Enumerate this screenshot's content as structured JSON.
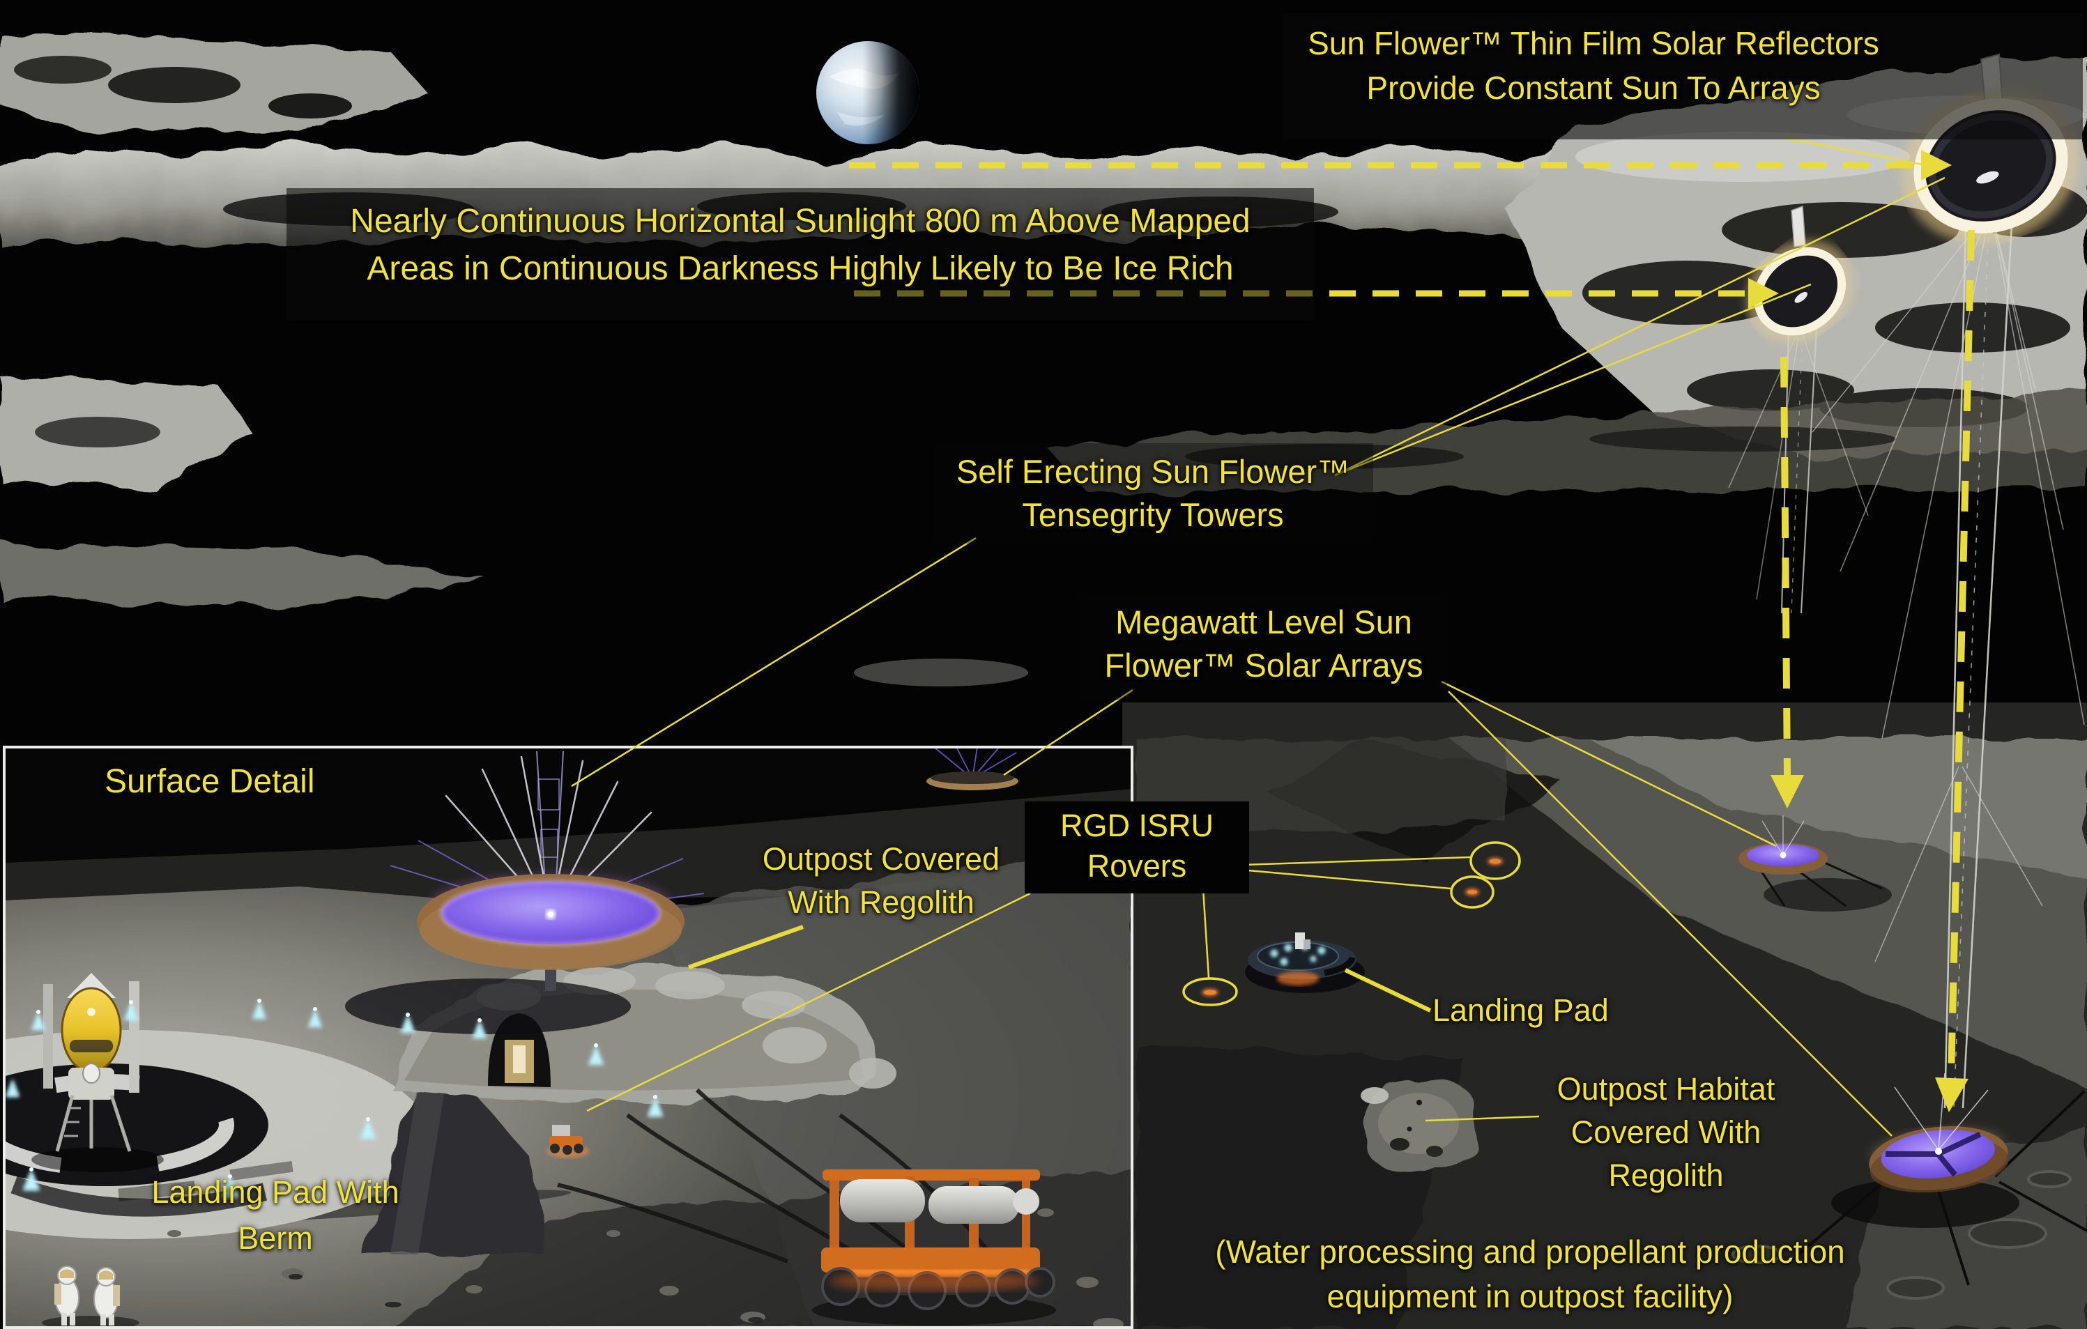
{
  "labels": {
    "sun_flower_title": {
      "line1": "Sun Flower™ Thin Film Solar Reflectors",
      "line2": "Provide Constant Sun To Arrays"
    },
    "sunlight_note": {
      "line1": "Nearly Continuous Horizontal Sunlight 800 m Above Mapped",
      "line2": "Areas in Continuous Darkness Highly Likely to Be Ice Rich"
    },
    "tensegrity_towers": {
      "line1": "Self Erecting Sun Flower™",
      "line2": "Tensegrity Towers"
    },
    "megawatt_arrays": {
      "line1": "Megawatt Level Sun",
      "line2": "Flower™ Solar Arrays"
    },
    "surface_detail": "Surface Detail",
    "outpost_covered": {
      "line1": "Outpost Covered",
      "line2": "With Regolith"
    },
    "rgd_isru_rovers": {
      "line1": "RGD ISRU",
      "line2": "Rovers"
    },
    "landing_pad": "Landing Pad",
    "landing_pad_berm": {
      "line1": "Landing Pad With",
      "line2": "Berm"
    },
    "outpost_habitat": {
      "line1": "Outpost Habitat",
      "line2": "Covered With",
      "line3": "Regolith"
    },
    "water_processing": {
      "line1": "(Water processing and propellant production",
      "line2": "equipment in outpost facility)"
    }
  },
  "colors": {
    "annotation_yellow": "#f1e23a",
    "array_purple": "#7158e8",
    "reflector_ring_cream": "#f8efd8",
    "rover_orange": "#e0702a",
    "pad_light_cyan": "#aef2ff"
  }
}
